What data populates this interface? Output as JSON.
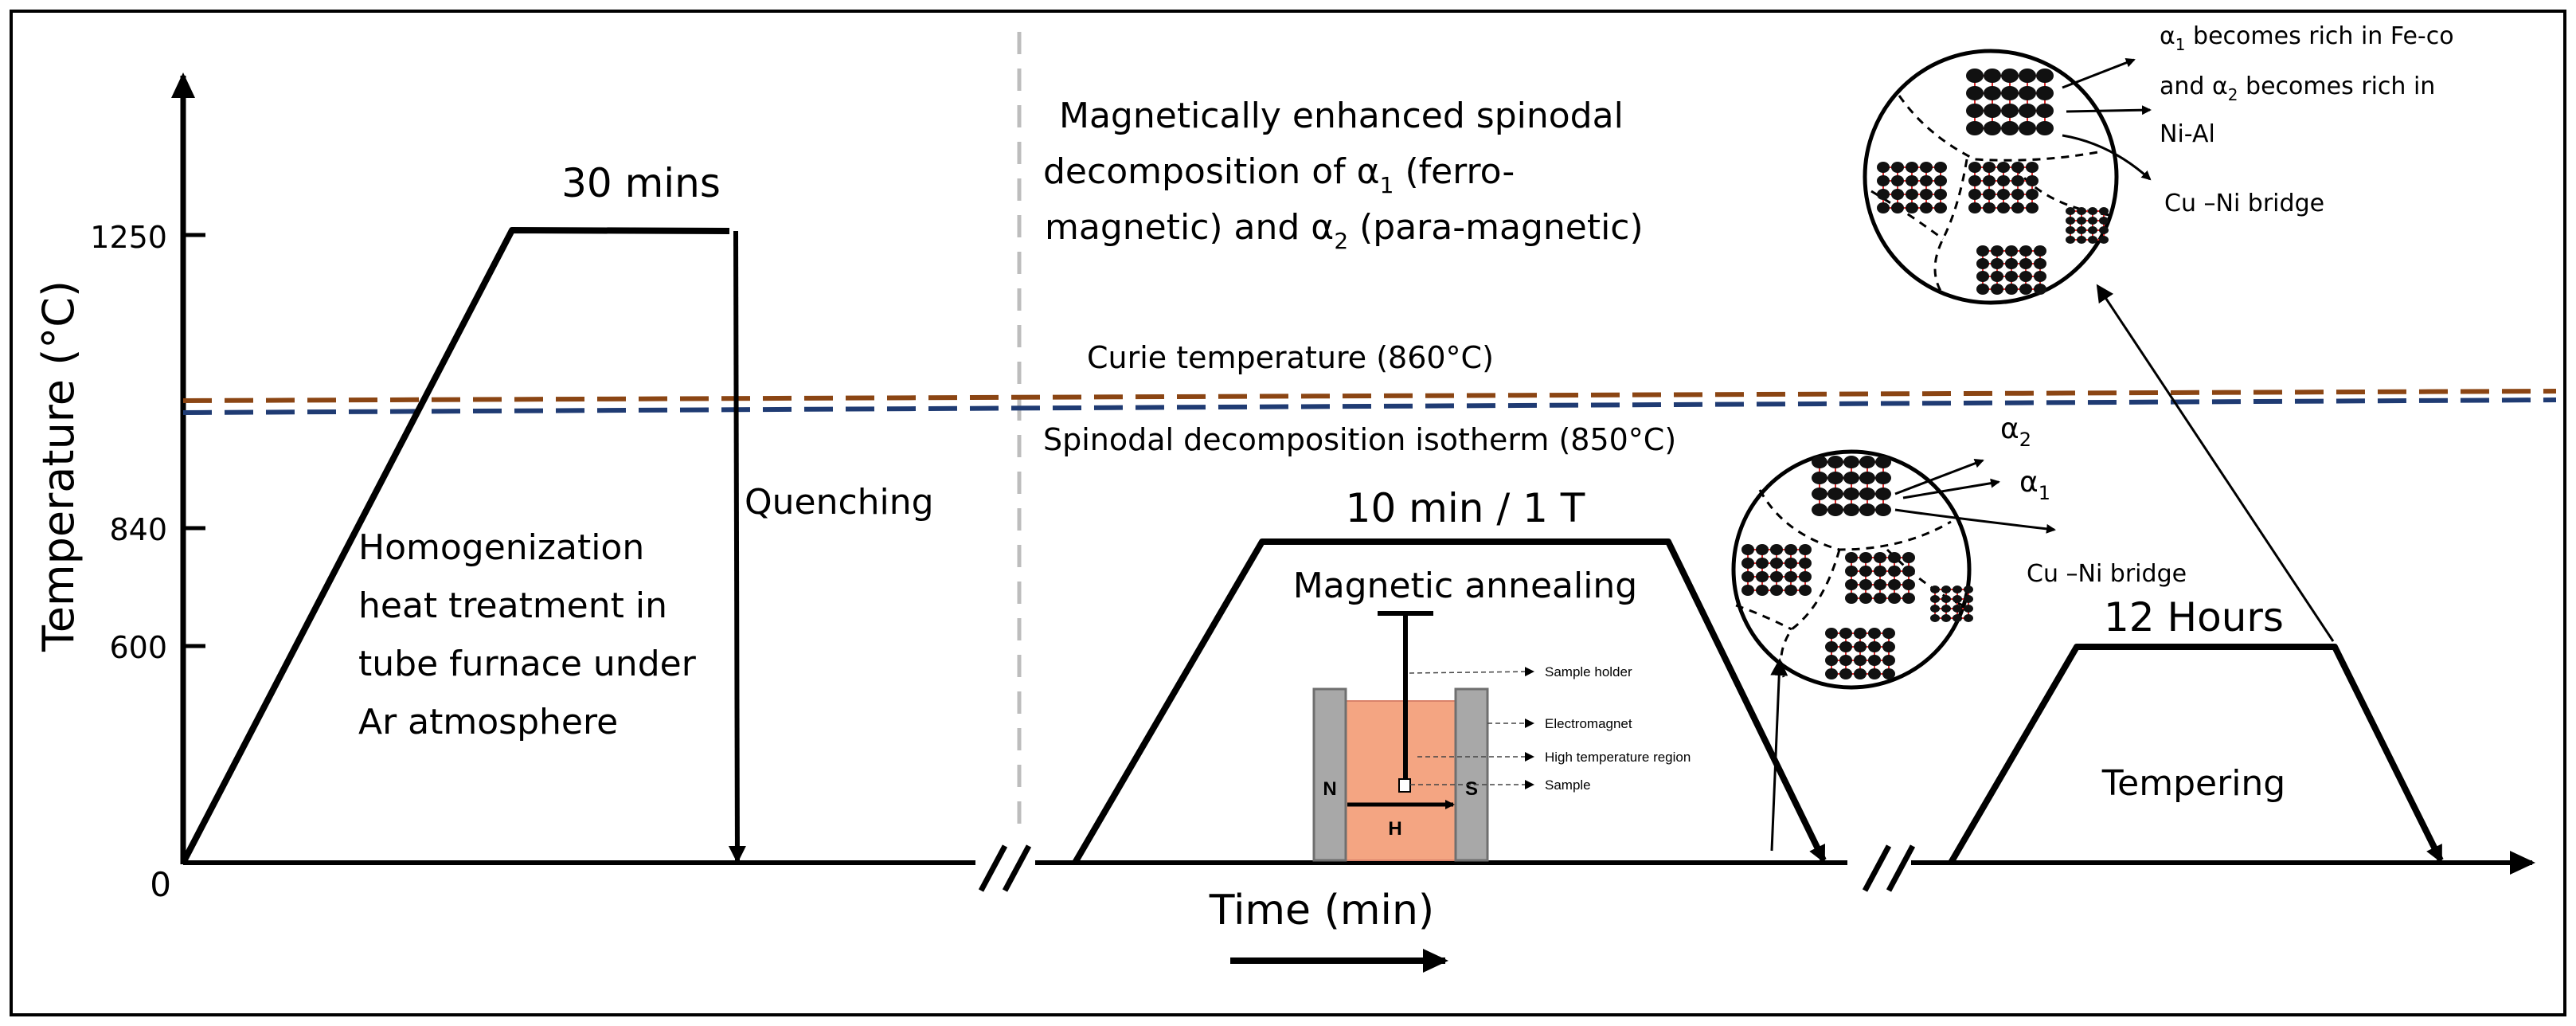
{
  "axes": {
    "y_title": "Temperature (°C)",
    "x_title": "Time (min)",
    "y_ticks": [
      "1250",
      "840",
      "600",
      "0"
    ]
  },
  "reference_lines": {
    "curie": {
      "label": "Curie temperature (860°C)",
      "color": "#8b4513"
    },
    "spinodal": {
      "label": "Spinodal decomposition isotherm (850°C)",
      "color": "#1f3b73"
    }
  },
  "stage1": {
    "hold_label": "30 mins",
    "quench_label": "Quenching",
    "desc_lines": [
      "Homogenization",
      "heat treatment in",
      "tube furnace under",
      "Ar atmosphere"
    ]
  },
  "stage2": {
    "title_lines": [
      "Magnetically enhanced spinodal",
      "decomposition of α",
      "1",
      " (ferro-",
      "magnetic) and α",
      "2",
      " (para-magnetic)"
    ],
    "hold_label": "10 min / 1 T",
    "process_label": "Magnetic annealing",
    "setup": {
      "north": "N",
      "south": "S",
      "field": "H",
      "callouts": [
        "Sample holder",
        "Electromagnet",
        "High temperature region",
        "Sample"
      ],
      "magnet_color": "#a8a8a8",
      "furnace_color": "#f4a582"
    },
    "micro_labels": {
      "alpha": "α",
      "sub2": "2",
      "sub1": "1",
      "bridge": "Cu –Ni bridge"
    }
  },
  "stage3": {
    "hold_label": "12 Hours",
    "process_label": "Tempering",
    "micro_labels": {
      "line1a": "α",
      "line1sub": "1",
      "line1b": " becomes rich in Fe-co",
      "line2a": "and α",
      "line2sub": "2",
      "line2b": " becomes rich in",
      "line3": "Ni-Al",
      "bridge": "Cu –Ni bridge"
    }
  },
  "colors": {
    "precipitate_fill": "#111111",
    "lattice_line": "#d62728"
  }
}
